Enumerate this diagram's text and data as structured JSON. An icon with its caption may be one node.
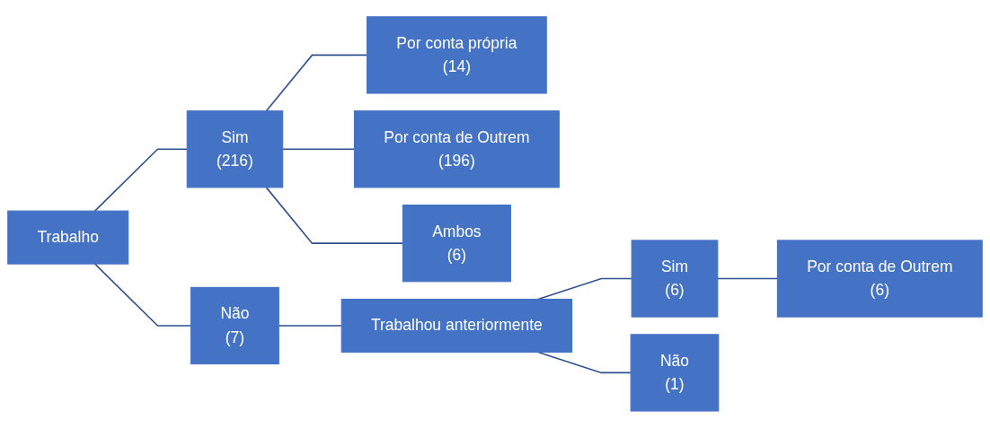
{
  "diagram": {
    "nodes": [
      {
        "text": [
          "Trabalho"
        ]
      },
      {
        "text": [
          "Sim",
          "(216)"
        ]
      },
      {
        "text": [
          "Não",
          "(7)"
        ]
      },
      {
        "text": [
          "Por conta própria",
          "(14)"
        ]
      },
      {
        "text": [
          "Por conta de Outrem",
          "(196)"
        ]
      },
      {
        "text": [
          "Ambos",
          "(6)"
        ]
      },
      {
        "text": [
          "Trabalhou anteriormente"
        ]
      },
      {
        "text": [
          "Sim",
          "(6)"
        ]
      },
      {
        "text": [
          "Não",
          "(1)"
        ]
      },
      {
        "text": [
          "Por conta de Outrem",
          "(6)"
        ]
      }
    ],
    "edges": [
      {
        "from": 0,
        "to": 1,
        "arrow": "none"
      },
      {
        "from": 0,
        "to": 2,
        "arrow": "none"
      },
      {
        "from": 1,
        "to": 3,
        "arrow": "none"
      },
      {
        "from": 1,
        "to": 4,
        "arrow": "none"
      },
      {
        "from": 1,
        "to": 5,
        "arrow": "none"
      },
      {
        "from": 2,
        "to": 6,
        "arrow": "none"
      },
      {
        "from": 6,
        "to": 7,
        "arrow": "none"
      },
      {
        "from": 6,
        "to": 8,
        "arrow": "none"
      },
      {
        "from": 7,
        "to": 9,
        "arrow": "none"
      }
    ]
  }
}
